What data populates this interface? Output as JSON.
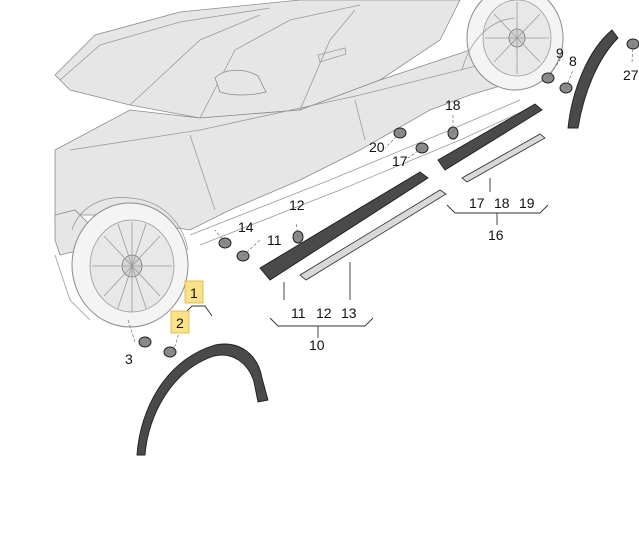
{
  "callouts": {
    "n1": "1",
    "n2": "2",
    "n3": "3",
    "n8": "8",
    "n9": "9",
    "n10": "10",
    "n11a": "11",
    "n11b": "11",
    "n12a": "12",
    "n12b": "12",
    "n13": "13",
    "n14": "14",
    "n16": "16",
    "n17a": "17",
    "n17b": "17",
    "n18a": "18",
    "n18b": "18",
    "n19": "19",
    "n20": "20",
    "n27": "27"
  },
  "highlighted_parts": [
    "1",
    "2"
  ],
  "colors": {
    "highlight": "#fbe28a",
    "part": "#4a4a4a",
    "outline": "#9a9a9a"
  }
}
